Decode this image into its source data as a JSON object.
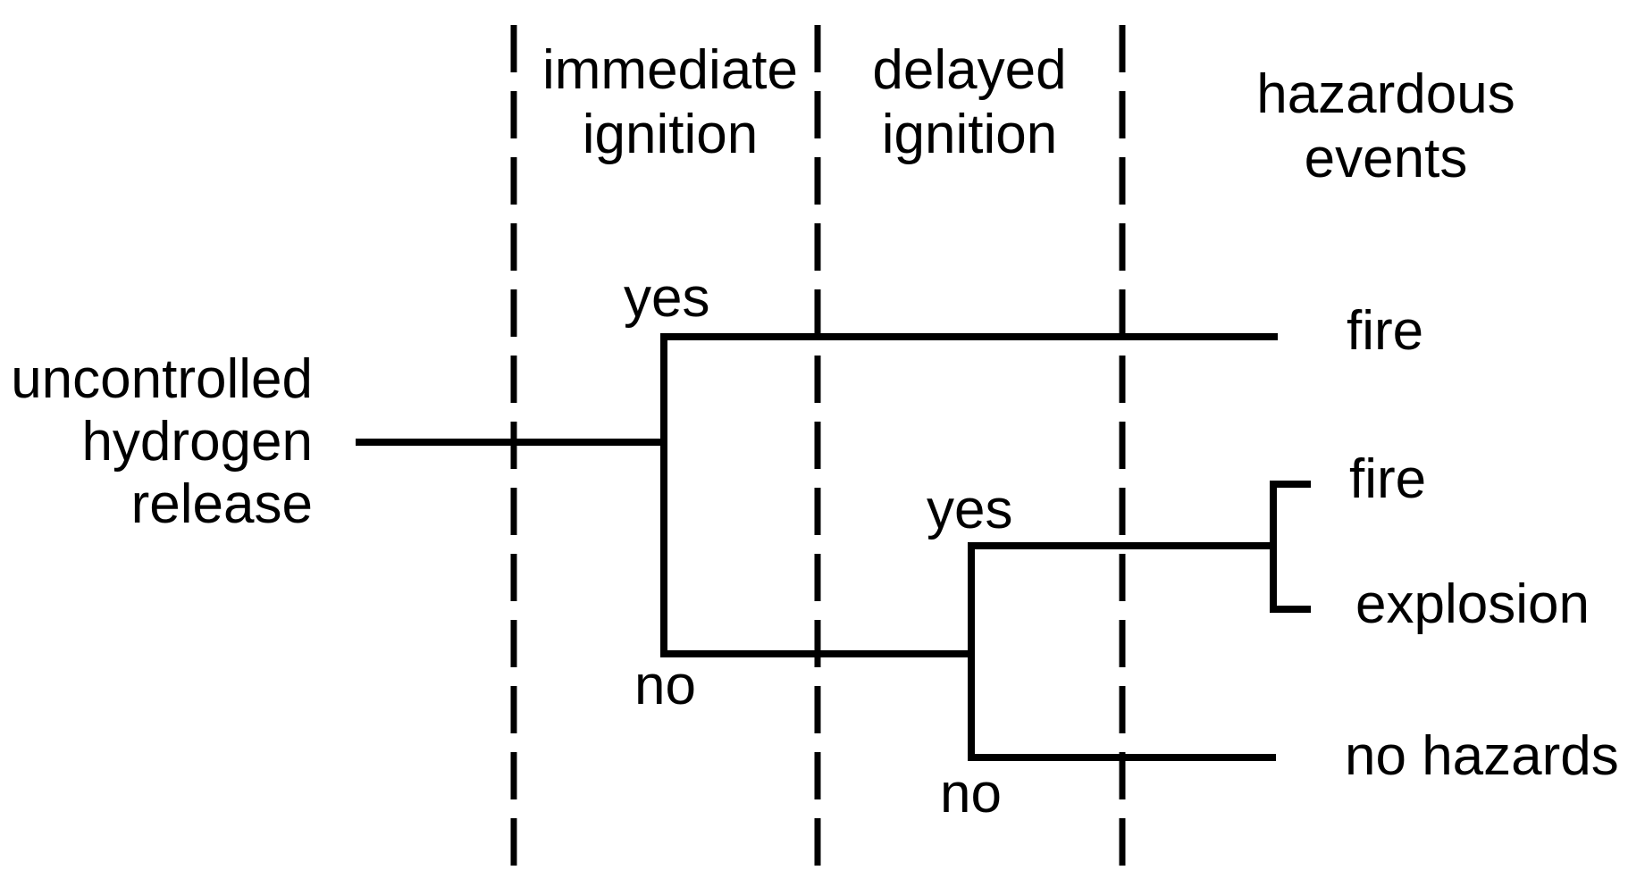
{
  "diagram": {
    "type": "event-tree",
    "background_color": "#ffffff",
    "line_color": "#000000",
    "text_color": "#000000",
    "root": {
      "line1": "uncontrolled",
      "line2": "hydrogen",
      "line3": "release"
    },
    "columns": [
      {
        "line1": "immediate",
        "line2": "ignition"
      },
      {
        "line1": "delayed",
        "line2": "ignition"
      },
      {
        "line1": "hazardous",
        "line2": "events"
      }
    ],
    "branch_labels": {
      "immediate_yes": "yes",
      "immediate_no": "no",
      "delayed_yes": "yes",
      "delayed_no": "no"
    },
    "outcomes": {
      "immediate_fire": "fire",
      "delayed_fire": "fire",
      "delayed_explosion": "explosion",
      "none": "no hazards"
    }
  }
}
